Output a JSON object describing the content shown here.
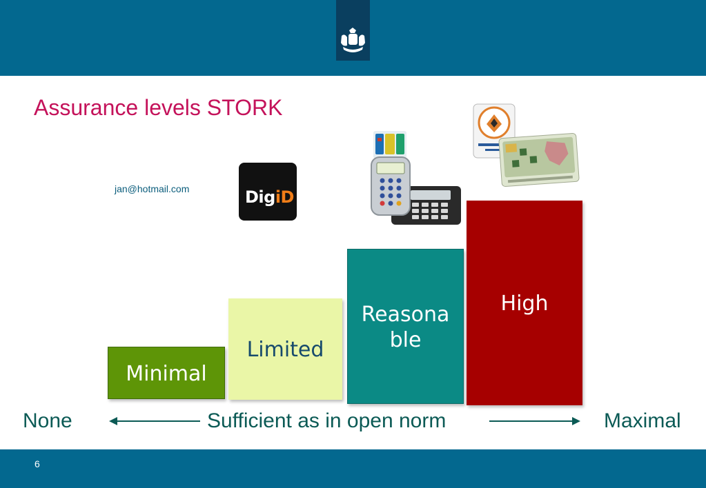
{
  "slide": {
    "title": "Assurance levels STORK",
    "email": "jan@hotmail.com",
    "page_number": "6"
  },
  "header": {
    "logo_icon": "royal-coat-of-arms-icon",
    "bar_color": "#03688f",
    "logo_box_color": "#0a3f5f"
  },
  "digid": {
    "text_main": "Dig",
    "text_accent": "iD"
  },
  "levels": [
    {
      "label": "Minimal",
      "color": "#5e9507"
    },
    {
      "label": "Limited",
      "color": "#eaf6a7"
    },
    {
      "label": "Reasonable",
      "color": "#0b8a85"
    },
    {
      "label": "High",
      "color": "#a60000"
    }
  ],
  "axis": {
    "left_label": "None",
    "middle_label": "Sufficient as in open norm",
    "right_label": "Maximal"
  },
  "images": {
    "cards": "bank-cards-icon",
    "reader": "card-reader-icon",
    "keypad_reader": "keypad-reader-icon",
    "certificate": "certificate-badge-icon",
    "smartcard": "smartcard-icon"
  }
}
